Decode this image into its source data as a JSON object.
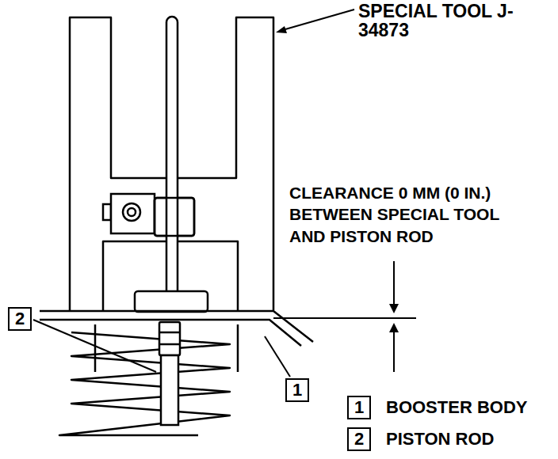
{
  "diagram": {
    "nodes": [
      {
        "text": [
          "2"
        ]
      },
      {
        "text": [
          "1"
        ]
      },
      {
        "text": [
          "1",
          "BOOSTER BODY"
        ]
      },
      {
        "text": [
          "2",
          "PISTON ROD"
        ]
      }
    ],
    "labels": [
      "SPECIAL TOOL J-34873",
      "CLEARANCE 0 MM (0 IN.) BETWEEN SPECIAL TOOL AND PISTON ROD"
    ]
  }
}
